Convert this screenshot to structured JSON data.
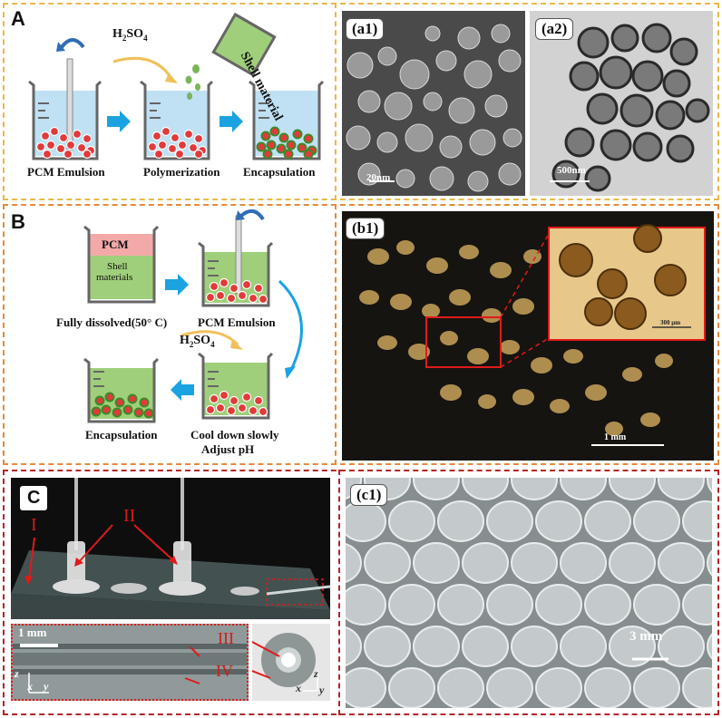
{
  "panelA": {
    "letter": "A",
    "h2so4": "H",
    "h2so4_sub": "2",
    "h2so4_tail": "SO",
    "h2so4_sub2": "4",
    "shell": "Shell material",
    "labels": [
      "PCM Emulsion",
      "Polymerization",
      "Encapsulation"
    ],
    "a1": "(a1)",
    "a1_scale": "20nm",
    "a2": "(a2)",
    "a2_scale": "500nm"
  },
  "panelB": {
    "letter": "B",
    "pcm": "PCM",
    "shell_line1": "Shell",
    "shell_line2": "materials",
    "dissolved": "Fully dissolved(50° C)",
    "emulsion": "PCM Emulsion",
    "h2so4": "H",
    "h2so4_sub": "2",
    "h2so4_tail": "SO",
    "h2so4_sub2": "4",
    "encap": "Encapsulation",
    "cool1": "Cool down slowly",
    "cool2": "Adjust pH",
    "b1": "(b1)",
    "b1_scale": "1 mm",
    "inset_scale": "300 μm"
  },
  "panelC": {
    "letter": "C",
    "roman": [
      "I",
      "II",
      "III",
      "IV"
    ],
    "scale": "1 mm",
    "axes_left": [
      "z",
      "x",
      "y"
    ],
    "axes_right": [
      "z",
      "x",
      "y"
    ],
    "c1": "(c1)",
    "c1_scale": "3 mm"
  },
  "colors": {
    "yellow_frame": "#e8b84a",
    "orange_frame": "#e48a3c",
    "red_frame": "#b2252a",
    "arrow_blue": "#1aa3e0",
    "liquid_blue": "#bfe1f3",
    "liquid_green": "#9fcf7a",
    "droplet_red": "#e23a3a"
  }
}
